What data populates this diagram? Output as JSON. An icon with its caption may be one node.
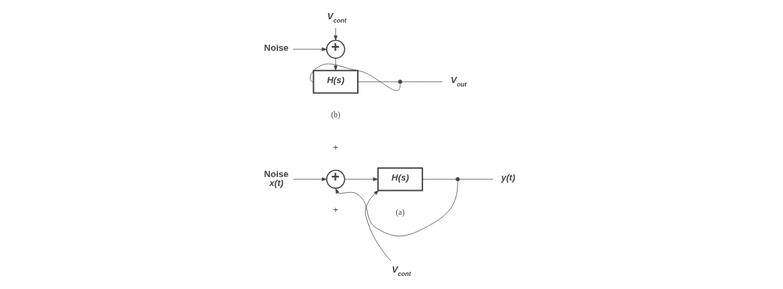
{
  "diagram": {
    "nodes": [
      {
        "text": [
          "Noise",
          "x(t)"
        ]
      },
      {
        "text": [
          "+"
        ]
      },
      {
        "text": [
          "H(s)"
        ]
      },
      {
        "text": [
          "V$_{cont}$"
        ]
      },
      {
        "text": [],
        "shape": "dot"
      },
      {
        "text": [
          "y(t)"
        ]
      },
      {
        "text": [
          "V$_{cont}$"
        ]
      },
      {
        "text": [
          "Noise"
        ]
      },
      {
        "text": [
          "+"
        ]
      },
      {
        "text": [
          "H(s)"
        ]
      },
      {
        "text": [],
        "shape": "dot"
      },
      {
        "text": [
          "V$_{out}$"
        ]
      }
    ],
    "edges": [
      {
        "from": 0,
        "to": 1,
        "arrow": "to"
      },
      {
        "from": 1,
        "to": 2,
        "arrow": "to"
      },
      {
        "from": 3,
        "to": 2,
        "arrow": "to"
      },
      {
        "from": 2,
        "to": 4,
        "arrow": "none"
      },
      {
        "from": 4,
        "to": 5,
        "arrow": "none"
      },
      {
        "from": 4,
        "to": 1,
        "arrow": "to"
      },
      {
        "from": 6,
        "to": 8,
        "arrow": "to"
      },
      {
        "from": 7,
        "to": 8,
        "arrow": "to"
      },
      {
        "from": 8,
        "to": 9,
        "arrow": "to"
      },
      {
        "from": 9,
        "to": 10,
        "arrow": "none"
      },
      {
        "from": 10,
        "to": 11,
        "arrow": "none"
      },
      {
        "from": 10,
        "to": 9,
        "arrow": "none"
      }
    ],
    "labels": [
      "+",
      "+",
      "(a)",
      "(b)"
    ]
  }
}
